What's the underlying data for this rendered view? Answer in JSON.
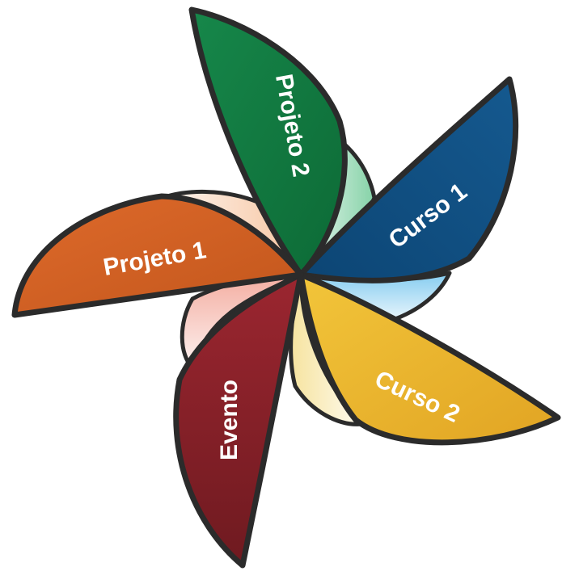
{
  "pinwheel": {
    "petals": [
      {
        "id": "projeto-2",
        "label": "Projeto 2",
        "color": "#16874a",
        "color_dark": "#0d6a36",
        "shade": "#7fd0a3"
      },
      {
        "id": "curso-1",
        "label": "Curso 1",
        "color": "#15598f",
        "color_dark": "#0c4574",
        "shade": "#7ec9ef"
      },
      {
        "id": "curso-2",
        "label": "Curso 2",
        "color": "#f2c53a",
        "color_dark": "#e1a423",
        "shade": "#f6e29a"
      },
      {
        "id": "evento",
        "label": "Evento",
        "color": "#9b2630",
        "color_dark": "#6f1a20",
        "shade": "#f3a99c"
      },
      {
        "id": "projeto-1",
        "label": "Projeto 1",
        "color": "#de6a2b",
        "color_dark": "#c2561c",
        "shade": "#f6c29c"
      }
    ],
    "outline_color": "#2b2b2b"
  }
}
